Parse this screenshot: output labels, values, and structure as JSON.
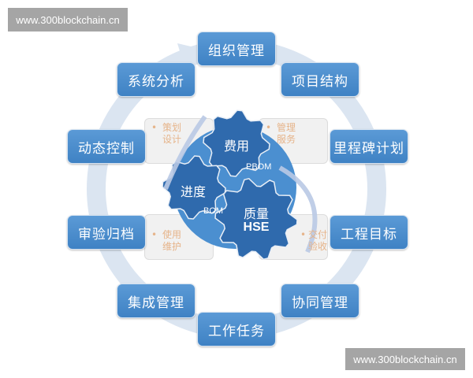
{
  "watermarks": [
    "www.300blockchain.cn",
    "www.300blockchain.cn"
  ],
  "outer_nodes": [
    "组织管理",
    "项目结构",
    "里程碑计划",
    "工程目标",
    "协同管理",
    "工作任务",
    "集成管理",
    "审验归档",
    "动态控制",
    "系统分析"
  ],
  "panels": [
    {
      "line1": "策划",
      "line2": "设计"
    },
    {
      "line1": "管理",
      "line2": "服务"
    },
    {
      "line1": "使用",
      "line2": "维护"
    },
    {
      "line1": "交付",
      "line2": "验收"
    }
  ],
  "gears": {
    "cost": "费用",
    "schedule": "进度",
    "quality": "质量",
    "quality_sub": "HSE"
  },
  "gear_links": {
    "pbom": "PBOM",
    "bom": "BOM"
  },
  "colors": {
    "node": "#4a8ccc",
    "ring": "#dbe5f1",
    "core": "#4b8fd0",
    "gear": "#2f6aad",
    "panel_text": "#e6b48a"
  }
}
